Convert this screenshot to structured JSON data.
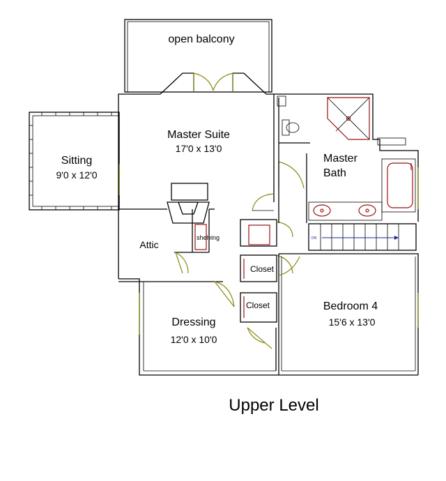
{
  "diagram": {
    "title": "Upper Level",
    "rooms": [
      {
        "id": "balcony",
        "name": "open balcony",
        "dims": ""
      },
      {
        "id": "master-suite",
        "name": "Master Suite",
        "dims": "17'0 x 13'0"
      },
      {
        "id": "sitting",
        "name": "Sitting",
        "dims": "9'0 x 12'0"
      },
      {
        "id": "master-bath",
        "name_line1": "Master",
        "name_line2": "Bath",
        "dims": ""
      },
      {
        "id": "attic",
        "name": "Attic",
        "dims": ""
      },
      {
        "id": "dressing",
        "name": "Dressing",
        "dims": "12'0 x 10'0"
      },
      {
        "id": "bedroom-4",
        "name": "Bedroom 4",
        "dims": "15'6 x 13'0"
      }
    ],
    "features": {
      "shelving": "shelving",
      "closet_1": "Closet",
      "closet_2": "Closet",
      "stair_mark": "DN"
    },
    "colors": {
      "walls": "#000000",
      "doors": "#8a8a10",
      "fixtures": "#9a1010",
      "stair_arrow": "#1c2a8c"
    }
  }
}
